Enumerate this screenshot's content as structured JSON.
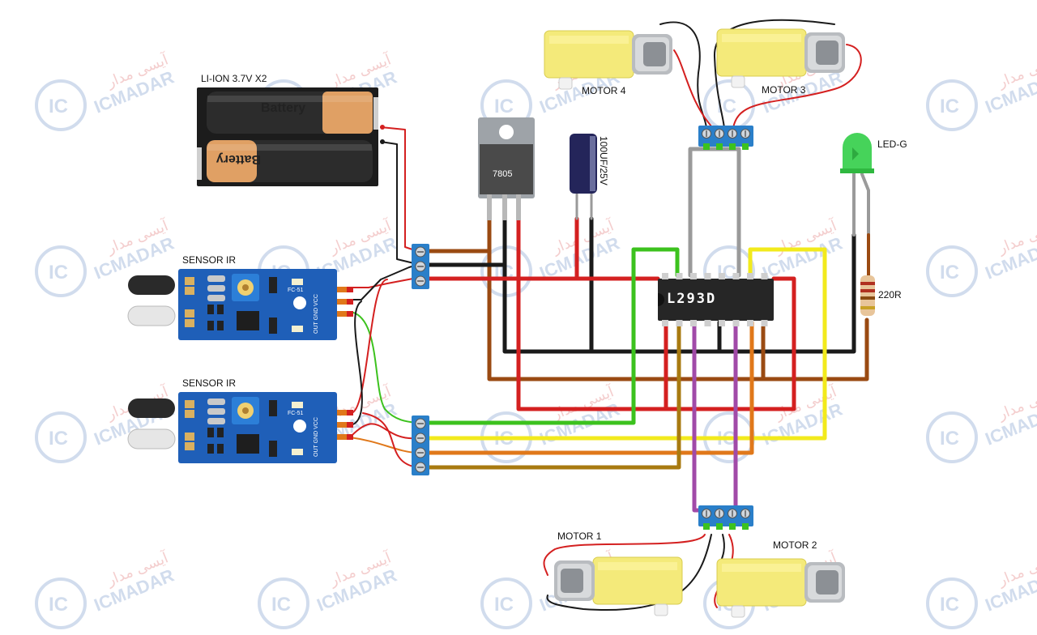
{
  "labels": {
    "battery_pack": "LI-ION 3.7V X2",
    "battery_cell_top": "Battery",
    "battery_cell_bottom": "Battery",
    "regulator": "7805",
    "capacitor": "100UF/25V",
    "driver_chip": "L293D",
    "led": "LED-G",
    "resistor": "220R",
    "sensor_top": "SENSOR IR",
    "sensor_bottom": "SENSOR IR",
    "sensor_model": "FC-51",
    "sensor_pins": "OUT GND VCC",
    "motor_1": "MOTOR 1",
    "motor_2": "MOTOR 2",
    "motor_3": "MOTOR 3",
    "motor_4": "MOTOR 4"
  },
  "watermark": {
    "logo": "IC",
    "latin": "ICMADAR",
    "arabic": "آیسی مدار"
  },
  "colors": {
    "red": "#d42020",
    "black": "#1a1a1a",
    "brown": "#9a4a12",
    "green": "#3cc21e",
    "yellow": "#f2ea1c",
    "orange": "#e0781a",
    "olive": "#a87a10",
    "purple": "#a14aa8",
    "grey": "#9a9a9a",
    "sensor_board": "#1f5fb8",
    "motor_body": "#f4ea7a",
    "terminal": "#2a7fc9"
  }
}
